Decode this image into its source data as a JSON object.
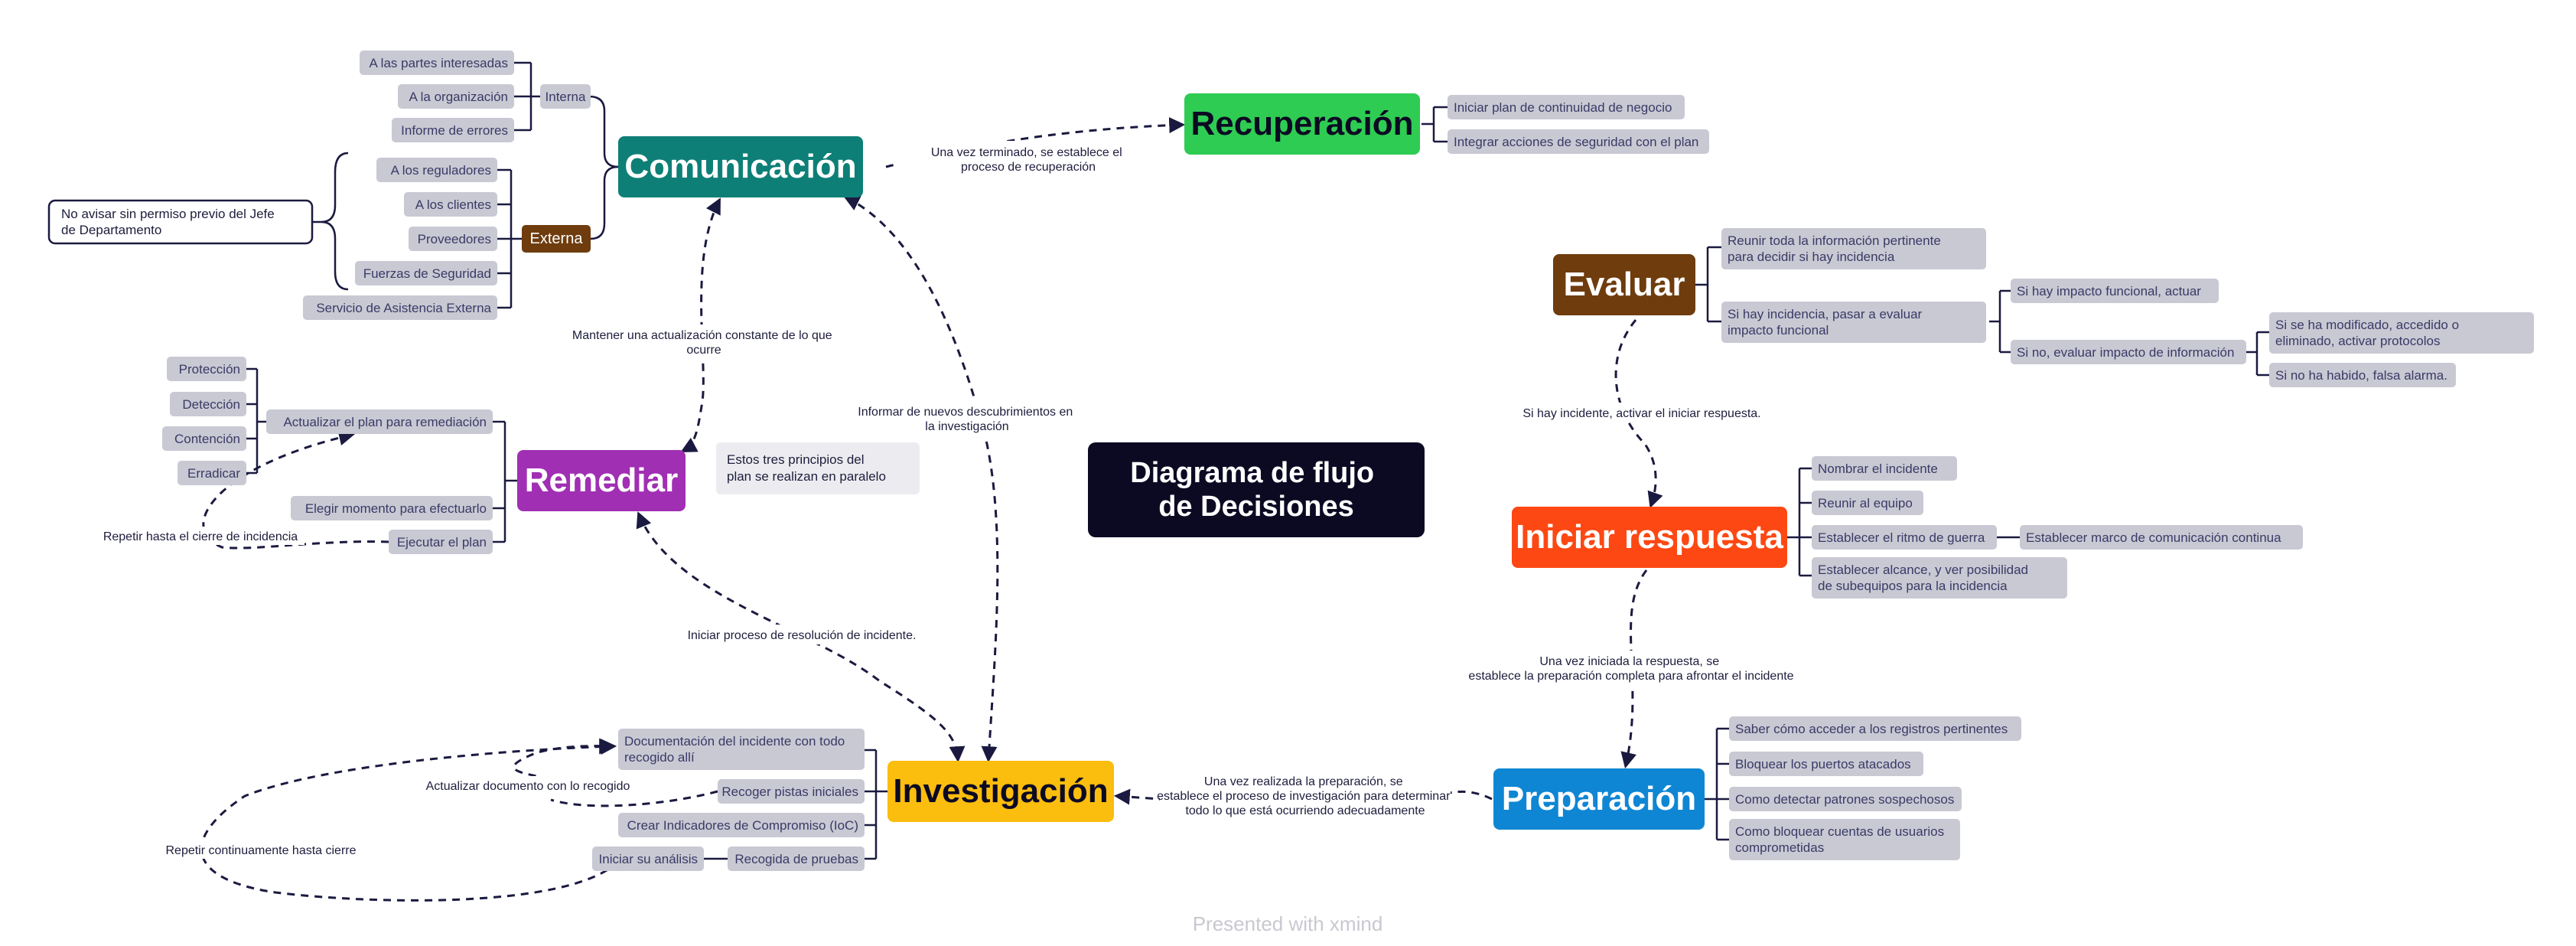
{
  "title": "Diagrama de flujo de Decisiones",
  "note": "Estos tres principios del plan se realizan en paralelo",
  "footer": "Presented with xmind",
  "colors": {
    "comunicacion": "#0e7f77",
    "recuperacion": "#2ecc52",
    "remediar": "#a02fb3",
    "investigacion": "#fbbd0e",
    "evaluar": "#6e3c0d",
    "iniciar_respuesta": "#fd4814",
    "preparacion": "#0f86d4",
    "externa": "#6e3c0d",
    "title_bg": "#0c0a23",
    "leaf_bg": "#c9c9d4"
  },
  "nodes": {
    "comunicacion": "Comunicación",
    "recuperacion": "Recuperación",
    "remediar": "Remediar",
    "investigacion": "Investigación",
    "evaluar": "Evaluar",
    "iniciar_respuesta": "Iniciar respuesta",
    "preparacion": "Preparación"
  },
  "comunicacion": {
    "interna": "Interna",
    "interna_items": [
      "A las partes interesadas",
      "A la organización",
      "Informe de errores"
    ],
    "externa": "Externa",
    "externa_items": [
      "A los reguladores",
      "A los clientes",
      "Proveedores",
      "Fuerzas de Seguridad",
      "Servicio de Asistencia Externa"
    ],
    "externa_note": "No avisar sin permiso previo del Jefe de Departamento"
  },
  "recuperacion": {
    "items": [
      "Iniciar plan de continuidad de negocio",
      "Integrar acciones de seguridad con el plan"
    ]
  },
  "remediar": {
    "actualizar": "Actualizar el plan para remediación",
    "actualizar_items": [
      "Protección",
      "Detección",
      "Contención",
      "Erradicar"
    ],
    "elegir": "Elegir momento para efectuarlo",
    "ejecutar": "Ejecutar el plan"
  },
  "investigacion": {
    "documentacion": "Documentación del incidente con todo recogido allí",
    "recoger": "Recoger pistas iniciales",
    "crear": "Crear Indicadores de Compromiso (IoC)",
    "recogida": "Recogida de pruebas",
    "iniciar_analisis": "Iniciar su análisis"
  },
  "evaluar": {
    "reunir": "Reunir toda la información pertinente para decidir si hay incidencia",
    "si_hay": "Si hay incidencia, pasar a evaluar impacto funcional",
    "impacto_funcional": "Si hay impacto funcional, actuar",
    "si_no": "Si no, evaluar impacto de información",
    "modificado": "Si se ha modificado, accedido o eliminado, activar protocolos",
    "no_habido": "Si no ha habido, falsa alarma."
  },
  "iniciar_respuesta": {
    "items": [
      "Nombrar el incidente",
      "Reunir al equipo",
      "Establecer el ritmo de guerra",
      "Establecer alcance, y ver posibilidad de subequipos para la incidencia"
    ],
    "ritmo_child": "Establecer marco de comunicación continua"
  },
  "preparacion": {
    "items": [
      "Saber cómo acceder a los registros pertinentes",
      "Bloquear los puertos atacados",
      "Como detectar patrones sospechosos",
      "Como bloquear cuentas de usuarios comprometidas"
    ]
  },
  "edges": {
    "com_rec": "Una vez terminado, se establece el proceso de recuperación",
    "rem_com": "Mantener una actualización constante de lo que ocurre",
    "inv_com": "Informar de nuevos descubrimientos en la investigación",
    "rem_inv": "Iniciar proceso de resolución de incidente.",
    "eva_ini": "Si hay incidente, activar el iniciar respuesta.",
    "ini_prep": "Una vez iniciada la respuesta, se establece la preparación completa para afrontar el incidente",
    "prep_inv": "Una vez realizada la preparación, se establece el proceso de investigación para determinar todo lo que está ocurriendo adecuadamente",
    "repetir_cierre": "Repetir hasta el cierre de incidencia",
    "actualizar_doc": "Actualizar documento con lo recogido",
    "repetir_continuo": "Repetir continuamente hasta cierre"
  }
}
